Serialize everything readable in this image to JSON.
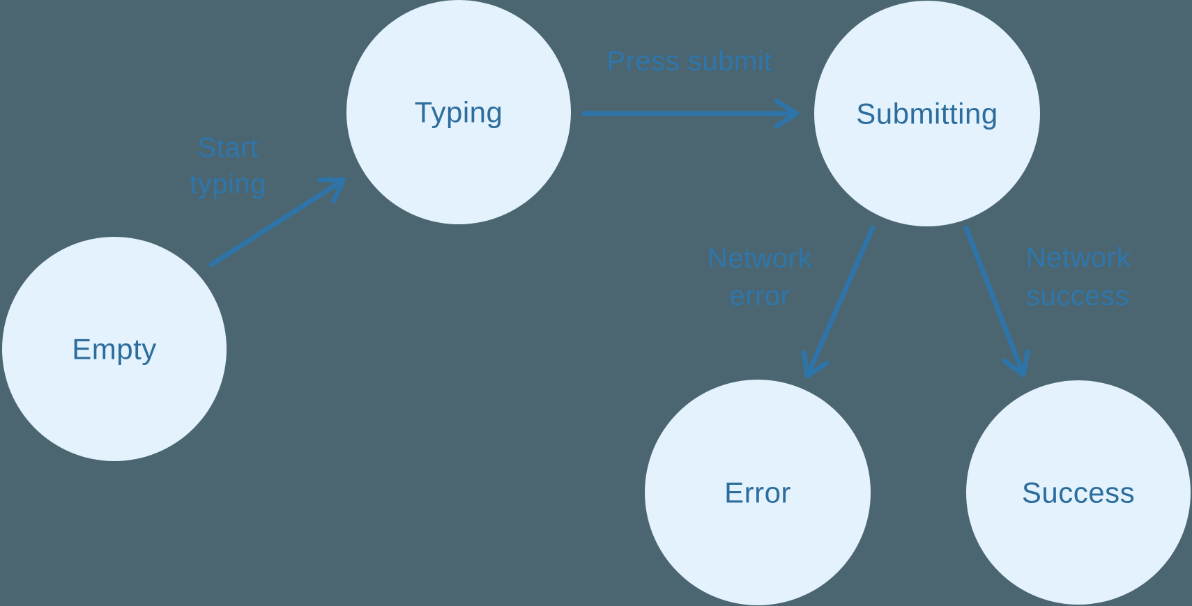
{
  "diagram": {
    "kind": "state-machine",
    "colors": {
      "background": "#4B6670",
      "node_fill": "#E3F2FC",
      "node_text": "#2C6D9D",
      "edge": "#2E74A9",
      "edge_label_text": "#2E76AC"
    }
  },
  "nodes": [
    {
      "id": "empty",
      "label": "Empty"
    },
    {
      "id": "typing",
      "label": "Typing"
    },
    {
      "id": "submitting",
      "label": "Submitting"
    },
    {
      "id": "error",
      "label": "Error"
    },
    {
      "id": "success",
      "label": "Success"
    }
  ],
  "edges": [
    {
      "from": "empty",
      "to": "typing",
      "label": "Start typing",
      "label_lines": [
        "Start",
        "typing"
      ]
    },
    {
      "from": "typing",
      "to": "submitting",
      "label": "Press submit",
      "label_lines": [
        "Press submit"
      ]
    },
    {
      "from": "submitting",
      "to": "error",
      "label": "Network error",
      "label_lines": [
        "Network",
        "error"
      ]
    },
    {
      "from": "submitting",
      "to": "success",
      "label": "Network success",
      "label_lines": [
        "Network",
        "success"
      ]
    }
  ]
}
